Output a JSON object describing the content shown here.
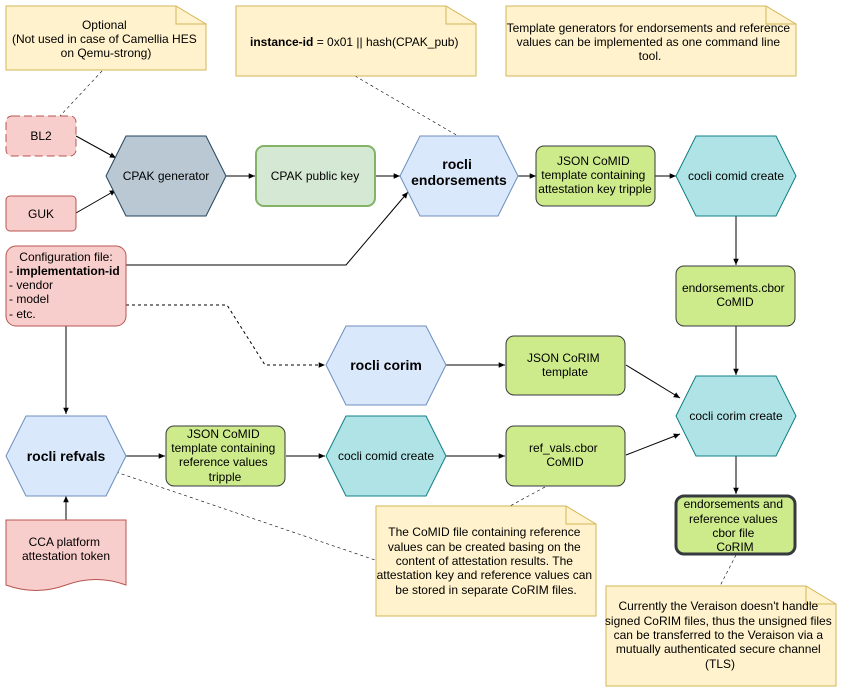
{
  "notes": {
    "optional": [
      "Optional",
      "(Not used in case of Camellia HES",
      "on Qemu-strong)"
    ],
    "instance_id_bold": "instance-id",
    "instance_id_rest": " = 0x01 || hash(CPAK_pub)",
    "template_generators": [
      "Template generators for endorsements and reference",
      "values can be implemented as one command line",
      "tool."
    ],
    "comid_file": [
      "The CoMID file containing reference",
      "values can be created basing on the",
      "content of attestation results. The",
      "attestation key and reference values can",
      "be stored in separate CoRIM files."
    ],
    "veraison": [
      "Currently the Veraison doesn't handle",
      "signed CoRIM files, thus the unsigned files",
      "can be transferred to the Veraison via a",
      "mutually authenticated secure channel",
      "(TLS)"
    ]
  },
  "nodes": {
    "bl2": "BL2",
    "guk": "GUK",
    "cpak_generator": "CPAK generator",
    "cpak_public_key": "CPAK public key",
    "rocli_endorsements": [
      "rocli",
      "endorsements"
    ],
    "json_comid_attestation": [
      "JSON CoMID",
      "template containing",
      "attestation key tripple"
    ],
    "cocli_comid_create_top": "cocli comid create",
    "config_file": {
      "title": "Configuration file:",
      "items": [
        "- ",
        "implementation-id",
        "- vendor",
        "- model",
        "- etc."
      ]
    },
    "endorsements_cbor": [
      "endorsements.cbor",
      "CoMID"
    ],
    "rocli_corim": "rocli corim",
    "json_corim_template": [
      "JSON CoRIM",
      "template"
    ],
    "cocli_corim_create": "cocli corim create",
    "rocli_refvals": "rocli refvals",
    "json_comid_refvals": [
      "JSON CoMID",
      "template containing",
      "reference values",
      "tripple"
    ],
    "cocli_comid_create_bottom": "cocli comid create",
    "ref_vals_cbor": [
      "ref_vals.cbor",
      "CoMID"
    ],
    "endorsements_refvals_cbor": [
      "endorsements and",
      "reference values",
      "cbor file",
      "CoRIM"
    ],
    "cca_token": [
      "CCA platform",
      "attestation token"
    ]
  },
  "colors": {
    "note_fill": "#fff2cc",
    "note_stroke": "#d6b656",
    "red_fill": "#f8cecc",
    "red_stroke": "#b85450",
    "slate_fill": "#bac8d3",
    "slate_stroke": "#23445d",
    "green_light_fill": "#d5e8d4",
    "green_light_stroke": "#82b366",
    "blue_fill": "#dae8fc",
    "blue_stroke": "#6c8ebf",
    "lime_fill": "#cdeb8b",
    "lime_stroke": "#36393d",
    "teal_fill": "#b0e3e6",
    "teal_stroke": "#0e8088"
  }
}
